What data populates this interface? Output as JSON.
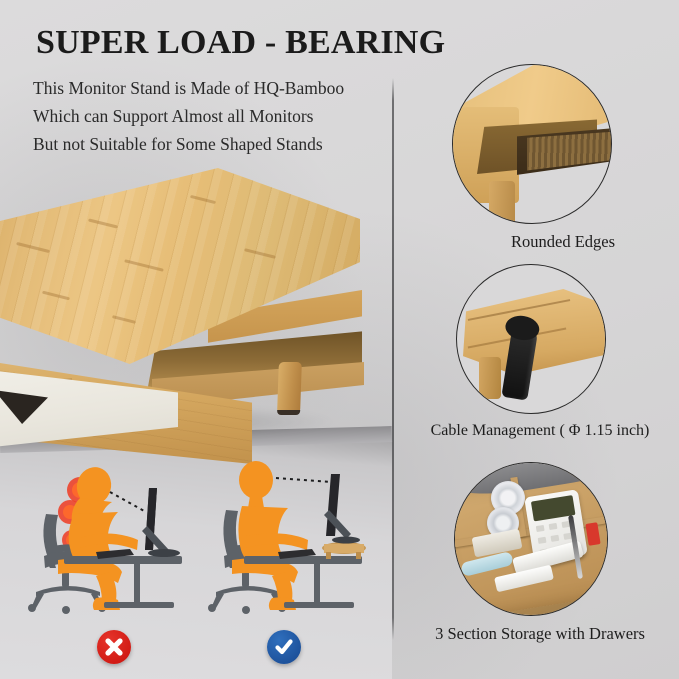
{
  "header": {
    "title": "SUPER LOAD - BEARING",
    "lines": [
      "This Monitor Stand is Made of HQ-Bamboo",
      "Which can Support Almost all Monitors",
      "But not Suitable for Some Shaped Stands"
    ]
  },
  "main_product": {
    "name": "bamboo-monitor-stand",
    "drawer_color": "#f0eee6",
    "bamboo_color": "#e3bb77"
  },
  "ergonomics": {
    "bad": {
      "name": "incorrect-posture",
      "mark": "x",
      "mark_color": "#d4170f",
      "pain_color": "#e8201a",
      "figure_color": "#f59220"
    },
    "good": {
      "name": "correct-posture",
      "mark": "check",
      "mark_color": "#1c52a0",
      "figure_color": "#f59220"
    }
  },
  "feature_panels": [
    {
      "icon": "rounded-corner-icon",
      "caption": "Rounded Edges"
    },
    {
      "icon": "cable-grommet-icon",
      "caption": "Cable Management ( Φ 1.15 inch)"
    },
    {
      "icon": "storage-drawer-icon",
      "caption": "3 Section Storage with Drawers"
    }
  ],
  "colors": {
    "background": "#d8d7d8",
    "divider": "#5e5e60",
    "text": "#1b1b1b"
  }
}
